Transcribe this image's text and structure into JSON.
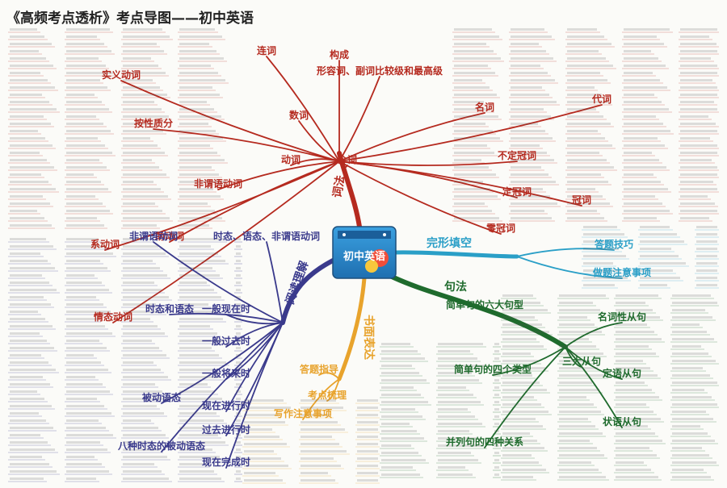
{
  "title": "《高频考点透析》考点导图——初中英语",
  "center": {
    "label": "初中英语"
  },
  "branches": [
    {
      "id": "cifa",
      "label": "词法",
      "color": "#b52a1f",
      "subs": [
        "连词",
        "数词",
        "动词",
        "介词",
        "名词",
        "代词",
        "冠词",
        "形容词、副词比较级和最高级",
        "构成",
        "不定冠词",
        "定冠词",
        "零冠词",
        "按性质分",
        "情态动词",
        "非谓语动词",
        "系动词",
        "助动词",
        "实义动词"
      ]
    },
    {
      "id": "wanxing",
      "label": "完形填空",
      "color": "#2a9fc7",
      "subs": [
        "答题技巧",
        "做题注意事项"
      ]
    },
    {
      "id": "jufa",
      "label": "句法",
      "color": "#1f6b2d",
      "subs": [
        "简单句的六大句型",
        "简单句的四个类型",
        "并列句的四种关系",
        "三大从句",
        "名词性从句",
        "定语从句",
        "状语从句"
      ]
    },
    {
      "id": "yuedu",
      "label": "阅读理解",
      "color": "#3a3a8c",
      "subs": [
        "时态、语态、非谓语动词",
        "非谓语动词",
        "时态和语态",
        "被动语态",
        "八种时态的被动语态",
        "一般现在时",
        "一般过去时",
        "一般将来时",
        "现在进行时",
        "过去进行时",
        "现在完成时"
      ]
    },
    {
      "id": "shumian",
      "label": "书面表达",
      "color": "#e8a32c",
      "subs": [
        "答题指导",
        "考点梳理",
        "写作注意事项"
      ]
    }
  ],
  "colors": {
    "cifa": "#b52a1f",
    "wanxing": "#2a9fc7",
    "jufa": "#1f6b2d",
    "yuedu": "#3a3a8c",
    "shumian": "#e8a32c",
    "center_bg": "#2f8fd0"
  }
}
